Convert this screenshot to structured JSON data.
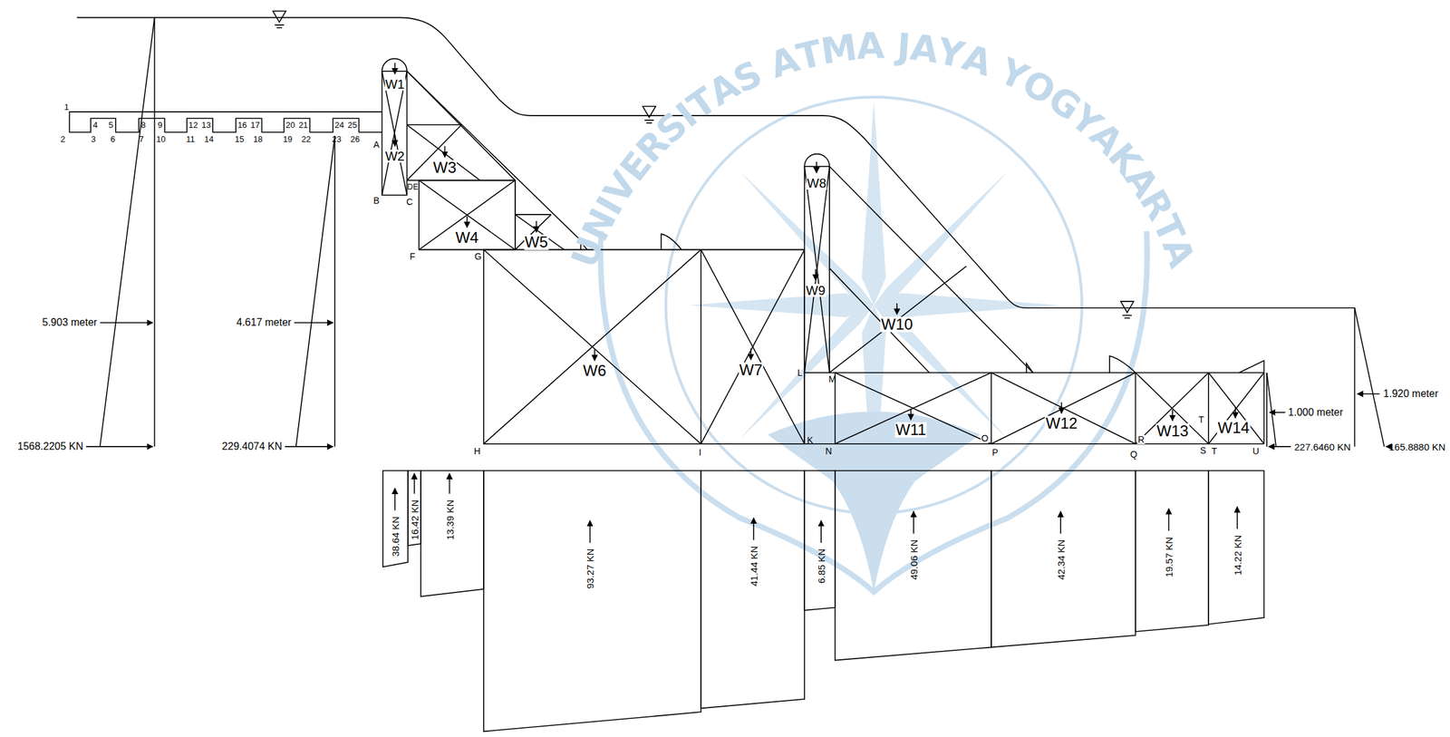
{
  "diagram": {
    "labels": [
      "UNIVERSITAS ATMA JAYA YOGYAKARTA",
      "1",
      "2",
      "3",
      "4",
      "5",
      "6",
      "7",
      "8",
      "9",
      "10",
      "11",
      "12",
      "13",
      "14",
      "15",
      "16",
      "17",
      "18",
      "19",
      "20",
      "21",
      "22",
      "23",
      "24",
      "25",
      "26",
      "A",
      "B",
      "C",
      "D",
      "E",
      "F",
      "G",
      "H",
      "I",
      "K",
      "L",
      "M",
      "N",
      "O",
      "P",
      "Q",
      "R",
      "S",
      "T",
      "T",
      "U",
      "W1",
      "W2",
      "W3",
      "W4",
      "W5",
      "W6",
      "W7",
      "W8",
      "W9",
      "W10",
      "W11",
      "W12",
      "W13",
      "W14",
      "5.903 meter",
      "1568.2205 KN",
      "4.617 meter",
      "229.4074 KN",
      "1.000 meter",
      "227.6460 KN",
      "1.920 meter",
      "165.8880 KN",
      "38.64 KN",
      "16.42 KN",
      "13.39 KN",
      "93.27 KN",
      "41.44 KN",
      "6.85 KN",
      "49.06 KN",
      "42.34 KN",
      "19.57 KN",
      "14.22 KN"
    ]
  }
}
